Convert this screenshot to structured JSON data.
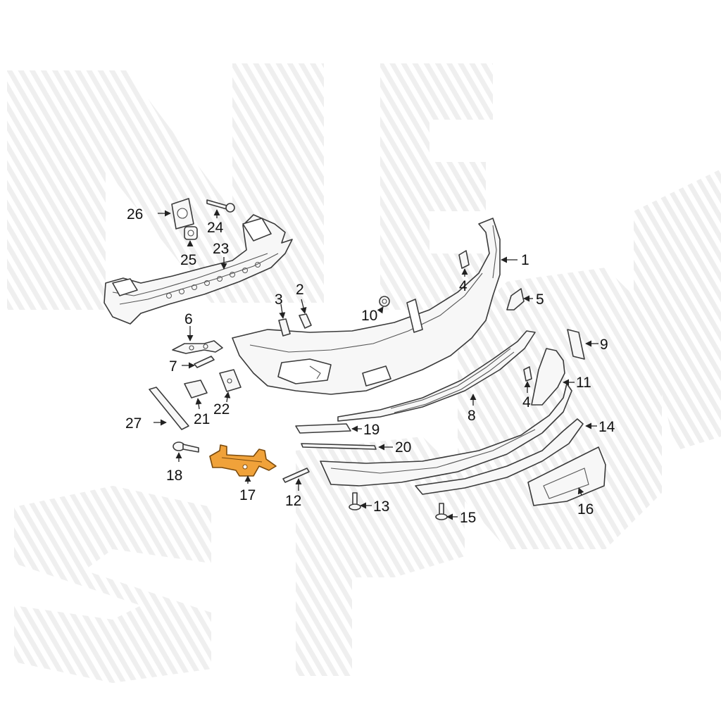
{
  "diagram": {
    "highlight_color": "#f0a23a",
    "line_color": "#3a3a3a",
    "callouts": [
      {
        "id": "1",
        "label": "1"
      },
      {
        "id": "2",
        "label": "2"
      },
      {
        "id": "3",
        "label": "3"
      },
      {
        "id": "4a",
        "label": "4"
      },
      {
        "id": "4b",
        "label": "4"
      },
      {
        "id": "5",
        "label": "5"
      },
      {
        "id": "6",
        "label": "6"
      },
      {
        "id": "7",
        "label": "7"
      },
      {
        "id": "8",
        "label": "8"
      },
      {
        "id": "9",
        "label": "9"
      },
      {
        "id": "10",
        "label": "10"
      },
      {
        "id": "11",
        "label": "11"
      },
      {
        "id": "12",
        "label": "12"
      },
      {
        "id": "13",
        "label": "13"
      },
      {
        "id": "14",
        "label": "14"
      },
      {
        "id": "15",
        "label": "15"
      },
      {
        "id": "16",
        "label": "16"
      },
      {
        "id": "17",
        "label": "17",
        "highlighted": true
      },
      {
        "id": "18",
        "label": "18"
      },
      {
        "id": "19",
        "label": "19"
      },
      {
        "id": "20",
        "label": "20"
      },
      {
        "id": "21",
        "label": "21"
      },
      {
        "id": "22",
        "label": "22"
      },
      {
        "id": "23",
        "label": "23"
      },
      {
        "id": "24",
        "label": "24"
      },
      {
        "id": "25",
        "label": "25"
      },
      {
        "id": "26",
        "label": "26"
      },
      {
        "id": "27",
        "label": "27"
      }
    ]
  }
}
